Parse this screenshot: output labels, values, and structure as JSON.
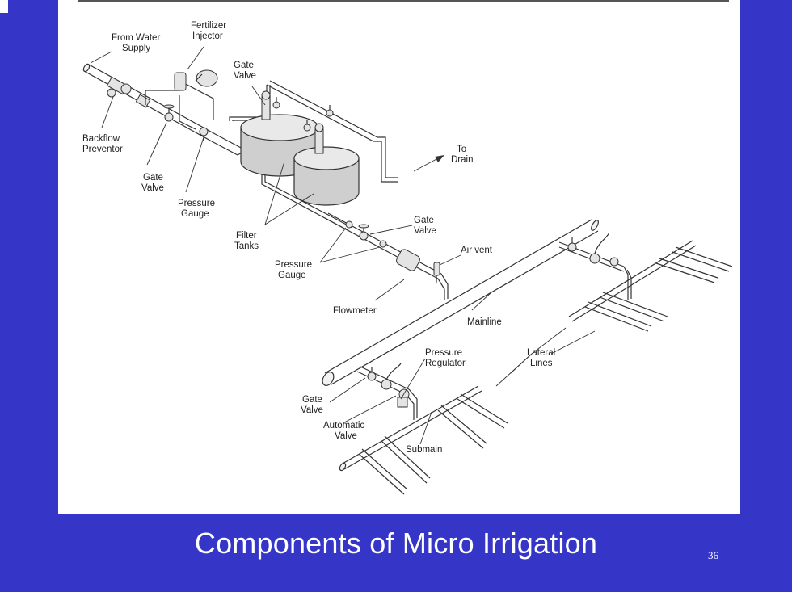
{
  "slide": {
    "title": "Components of Micro Irrigation",
    "page_number": "36"
  },
  "colors": {
    "background": "#3535c8",
    "panel": "#ffffff",
    "title_text": "#ffffff"
  },
  "labels": {
    "from_water_line1": "From Water",
    "from_water_line2": "Supply",
    "fertilizer_line1": "Fertilizer",
    "fertilizer_line2": "Injector",
    "gate_valve_top_line1": "Gate",
    "gate_valve_top_line2": "Valve",
    "backflow_line1": "Backflow",
    "backflow_line2": "Preventor",
    "gate_valve_left_line1": "Gate",
    "gate_valve_left_line2": "Valve",
    "pressure_gauge_left_line1": "Pressure",
    "pressure_gauge_left_line2": "Gauge",
    "to_drain_line1": "To",
    "to_drain_line2": "Drain",
    "filter_tanks_line1": "Filter",
    "filter_tanks_line2": "Tanks",
    "gate_valve_mid_line1": "Gate",
    "gate_valve_mid_line2": "Valve",
    "air_vent": "Air vent",
    "pressure_gauge_mid_line1": "Pressure",
    "pressure_gauge_mid_line2": "Gauge",
    "flowmeter": "Flowmeter",
    "mainline": "Mainline",
    "pressure_regulator_line1": "Pressure",
    "pressure_regulator_line2": "Regulator",
    "lateral_lines_line1": "Lateral",
    "lateral_lines_line2": "Lines",
    "gate_valve_bottom_line1": "Gate",
    "gate_valve_bottom_line2": "Valve",
    "automatic_valve_line1": "Automatic",
    "automatic_valve_line2": "Valve",
    "submain": "Submain"
  }
}
